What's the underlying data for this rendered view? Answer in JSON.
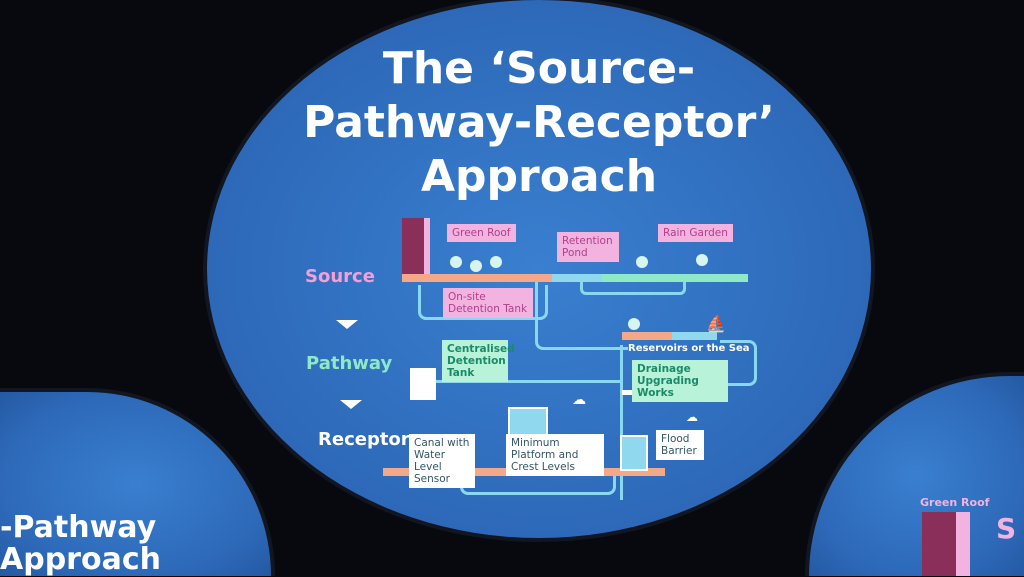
{
  "main_panel": {
    "title_lines": [
      "The ‘Source-",
      "Pathway-Receptor’",
      "Approach"
    ],
    "stages": {
      "source": "Source",
      "pathway": "Pathway",
      "receptor": "Receptor"
    },
    "labels": {
      "green_roof": "Green Roof",
      "retention_pond": "Retention Pond",
      "rain_garden": "Rain Garden",
      "onsite_tank": "On-site Detention Tank",
      "centralised_tank": "Centralised Detention Tank",
      "reservoirs": "Reservoirs or the Sea",
      "drainage": "Drainage Upgrading Works",
      "canal": "Canal with Water Level Sensor",
      "platform": "Minimum Platform and Crest Levels",
      "flood_barrier": "Flood Barrier"
    }
  },
  "left_panel": {
    "title_lines": [
      "-Pathway",
      "Approach"
    ]
  },
  "right_panel": {
    "label": "Green Roof",
    "stage_partial": "S"
  },
  "colors": {
    "disc": "#2d69b8",
    "pink": "#f2b3e0",
    "green": "#b8f2d8",
    "pipe": "#8ad8f0"
  }
}
